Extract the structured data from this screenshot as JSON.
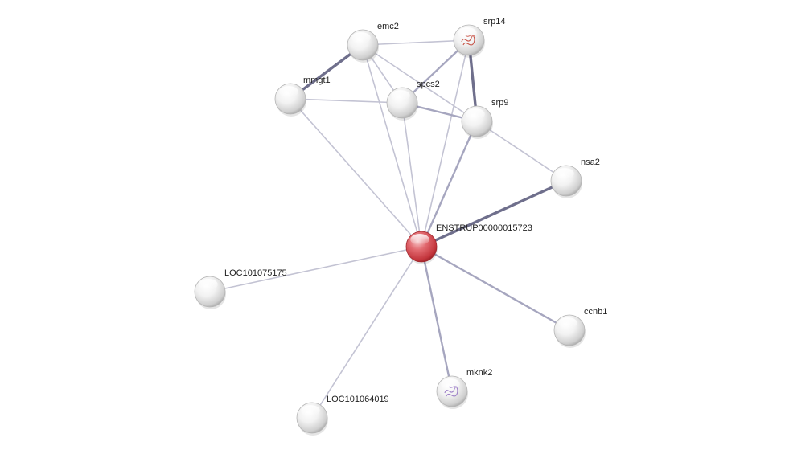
{
  "network": {
    "nodes": [
      {
        "id": "query",
        "label": "ENSTRUP00000015723",
        "kind": "query",
        "color": "#d95258"
      },
      {
        "id": "emc2",
        "label": "emc2",
        "kind": "plain"
      },
      {
        "id": "srp14",
        "label": "srp14",
        "kind": "structure",
        "struct_color": "#c0392b"
      },
      {
        "id": "mmgt1",
        "label": "mmgt1",
        "kind": "plain"
      },
      {
        "id": "spcs2",
        "label": "spcs2",
        "kind": "plain"
      },
      {
        "id": "srp9",
        "label": "srp9",
        "kind": "plain"
      },
      {
        "id": "nsa2",
        "label": "nsa2",
        "kind": "plain"
      },
      {
        "id": "loc175",
        "label": "LOC101075175",
        "kind": "plain"
      },
      {
        "id": "ccnb1",
        "label": "ccnb1",
        "kind": "plain"
      },
      {
        "id": "mknk2",
        "label": "mknk2",
        "kind": "structure",
        "struct_color": "#8e6bbf"
      },
      {
        "id": "loc019",
        "label": "LOC101064019",
        "kind": "plain"
      }
    ],
    "edges": [
      {
        "source": "emc2",
        "target": "mmgt1",
        "strength": "strong"
      },
      {
        "source": "emc2",
        "target": "srp14",
        "strength": "weak"
      },
      {
        "source": "emc2",
        "target": "spcs2",
        "strength": "weak"
      },
      {
        "source": "emc2",
        "target": "srp9",
        "strength": "weak"
      },
      {
        "source": "emc2",
        "target": "query",
        "strength": "weak"
      },
      {
        "source": "srp14",
        "target": "srp9",
        "strength": "strong"
      },
      {
        "source": "srp14",
        "target": "spcs2",
        "strength": "medium"
      },
      {
        "source": "srp14",
        "target": "query",
        "strength": "weak"
      },
      {
        "source": "mmgt1",
        "target": "spcs2",
        "strength": "weak"
      },
      {
        "source": "mmgt1",
        "target": "query",
        "strength": "weak"
      },
      {
        "source": "spcs2",
        "target": "srp9",
        "strength": "medium"
      },
      {
        "source": "spcs2",
        "target": "query",
        "strength": "weak"
      },
      {
        "source": "srp9",
        "target": "nsa2",
        "strength": "weak"
      },
      {
        "source": "srp9",
        "target": "query",
        "strength": "medium"
      },
      {
        "source": "nsa2",
        "target": "query",
        "strength": "strong"
      },
      {
        "source": "query",
        "target": "loc175",
        "strength": "weak"
      },
      {
        "source": "query",
        "target": "ccnb1",
        "strength": "medium"
      },
      {
        "source": "query",
        "target": "mknk2",
        "strength": "medium"
      },
      {
        "source": "query",
        "target": "loc019",
        "strength": "weak"
      }
    ],
    "style": {
      "edge_colors": {
        "weak": "#c3c3d3",
        "medium": "#a6a6bf",
        "strong": "#6f6f8c"
      },
      "node_color": "#e8e8e8"
    }
  }
}
